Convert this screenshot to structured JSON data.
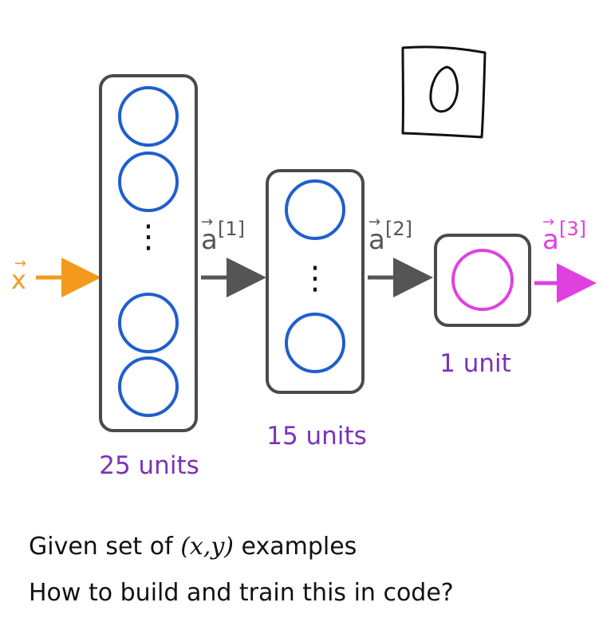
{
  "colors": {
    "box": "#4a4a4a",
    "neuron_blue": "#1f5fcc",
    "neuron_magenta": "#e040e0",
    "input_orange": "#f39a1d",
    "arrow_gray": "#555555",
    "label_purple": "#7a32b8",
    "sketch": "#111111"
  },
  "layers": [
    {
      "units_label": "25 units",
      "neurons_shown": 4
    },
    {
      "units_label": "15 units",
      "neurons_shown": 2
    },
    {
      "units_label": "1 unit",
      "neurons_shown": 1
    }
  ],
  "activations": {
    "input": {
      "symbol": "x",
      "vector_arrow": "→"
    },
    "a1": {
      "symbol": "a",
      "superscript": "[1]",
      "vector_arrow": "→"
    },
    "a2": {
      "symbol": "a",
      "superscript": "[2]",
      "vector_arrow": "→"
    },
    "a3": {
      "symbol": "a",
      "superscript": "[3]",
      "vector_arrow": "→"
    }
  },
  "ellipsis": "⋮",
  "sketch_digit": "0",
  "caption": {
    "line1_before": "Given set of ",
    "line1_math": "(x,y)",
    "line1_after": " examples",
    "line2": "How to build and train this in code?"
  }
}
